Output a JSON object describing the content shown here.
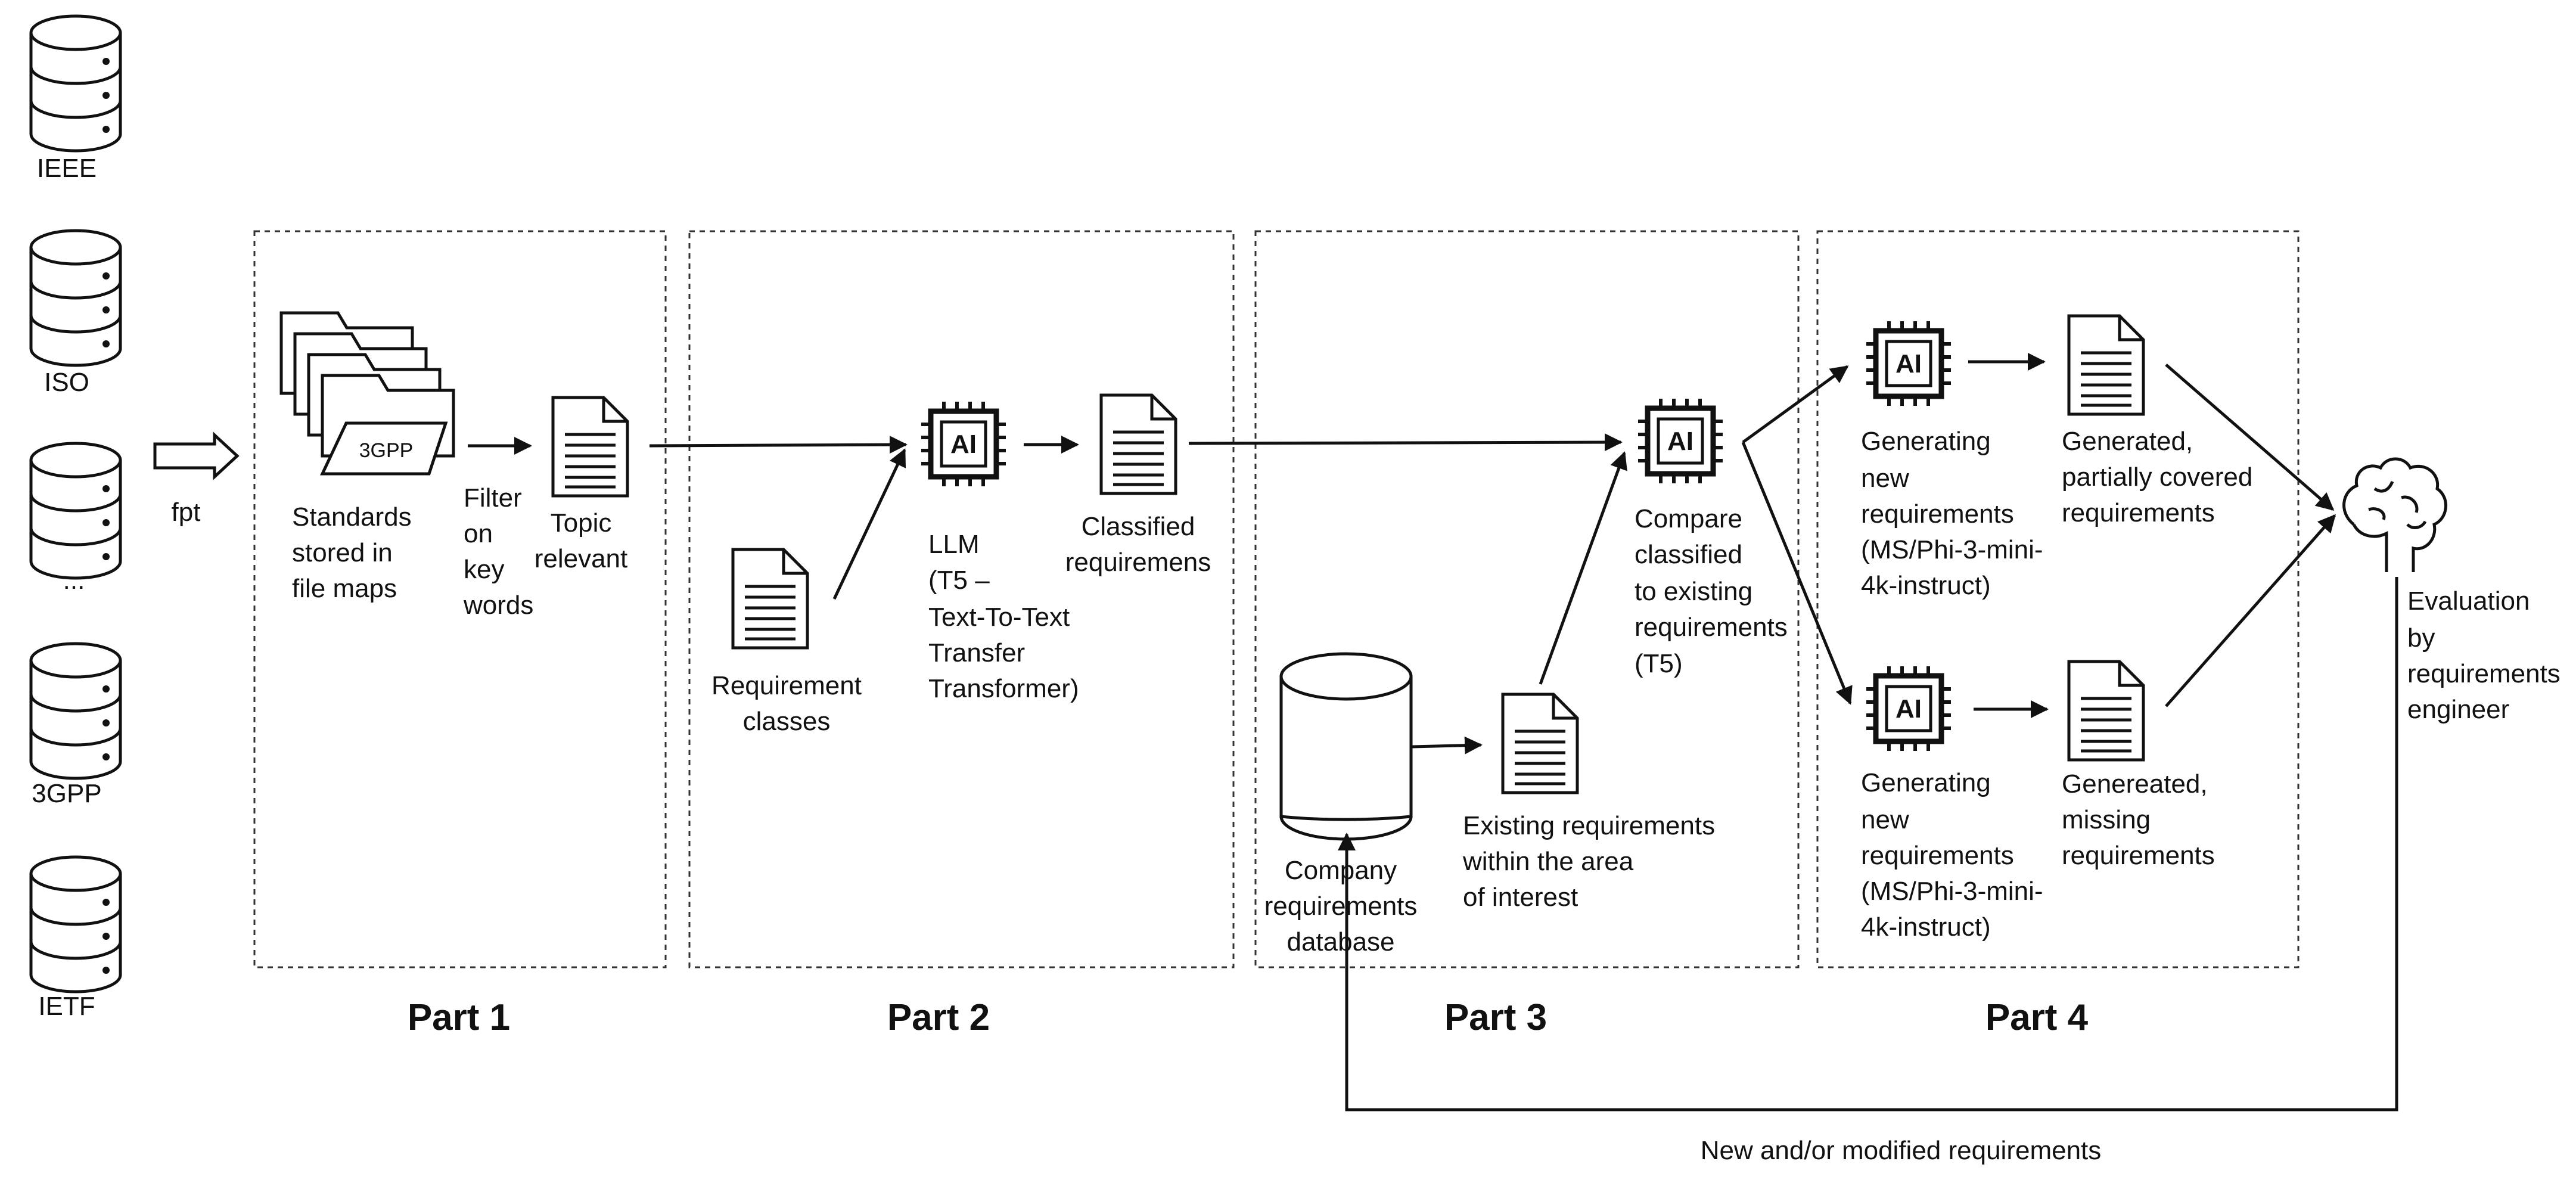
{
  "sources": [
    "IEEE",
    "ISO",
    "...",
    "3GPP",
    "IETF"
  ],
  "fpt_label": "fpt",
  "folder_tag": "3GPP",
  "ai_chip_text": "AI",
  "parts": [
    "Part 1",
    "Part 2",
    "Part 3",
    "Part 4"
  ],
  "labels": {
    "standards": [
      "Standards",
      "stored in",
      "file maps"
    ],
    "filter": [
      "Filter",
      "on",
      "key",
      "words"
    ],
    "topic": [
      "Topic",
      "relevant"
    ],
    "req_classes": [
      "Requirement",
      "classes"
    ],
    "llm": [
      "LLM",
      "(T5 –",
      "Text-To-Text",
      "Transfer",
      "Transformer)"
    ],
    "classified": [
      "Classified",
      "requiremens"
    ],
    "compare": [
      "Compare",
      "classified",
      "to existing",
      "requirements",
      "(T5)"
    ],
    "company_db": [
      "Company",
      "requirements",
      "database"
    ],
    "existing": [
      "Existing requirements",
      "within the area",
      "of interest"
    ],
    "gen1": [
      "Generating",
      "new",
      "requirements",
      "(MS/Phi-3-mini-",
      "4k-instruct)"
    ],
    "gen2": [
      "Generating",
      "new",
      "requirements",
      "(MS/Phi-3-mini-",
      "4k-instruct)"
    ],
    "generated_partial": [
      "Generated,",
      "partially covered",
      "requirements"
    ],
    "generated_missing": [
      "Genereated,",
      "missing",
      "requirements"
    ],
    "evaluation": [
      "Evaluation",
      "by",
      "requirements",
      "engineer"
    ],
    "feedback": [
      "New and/or modified requirements"
    ]
  }
}
